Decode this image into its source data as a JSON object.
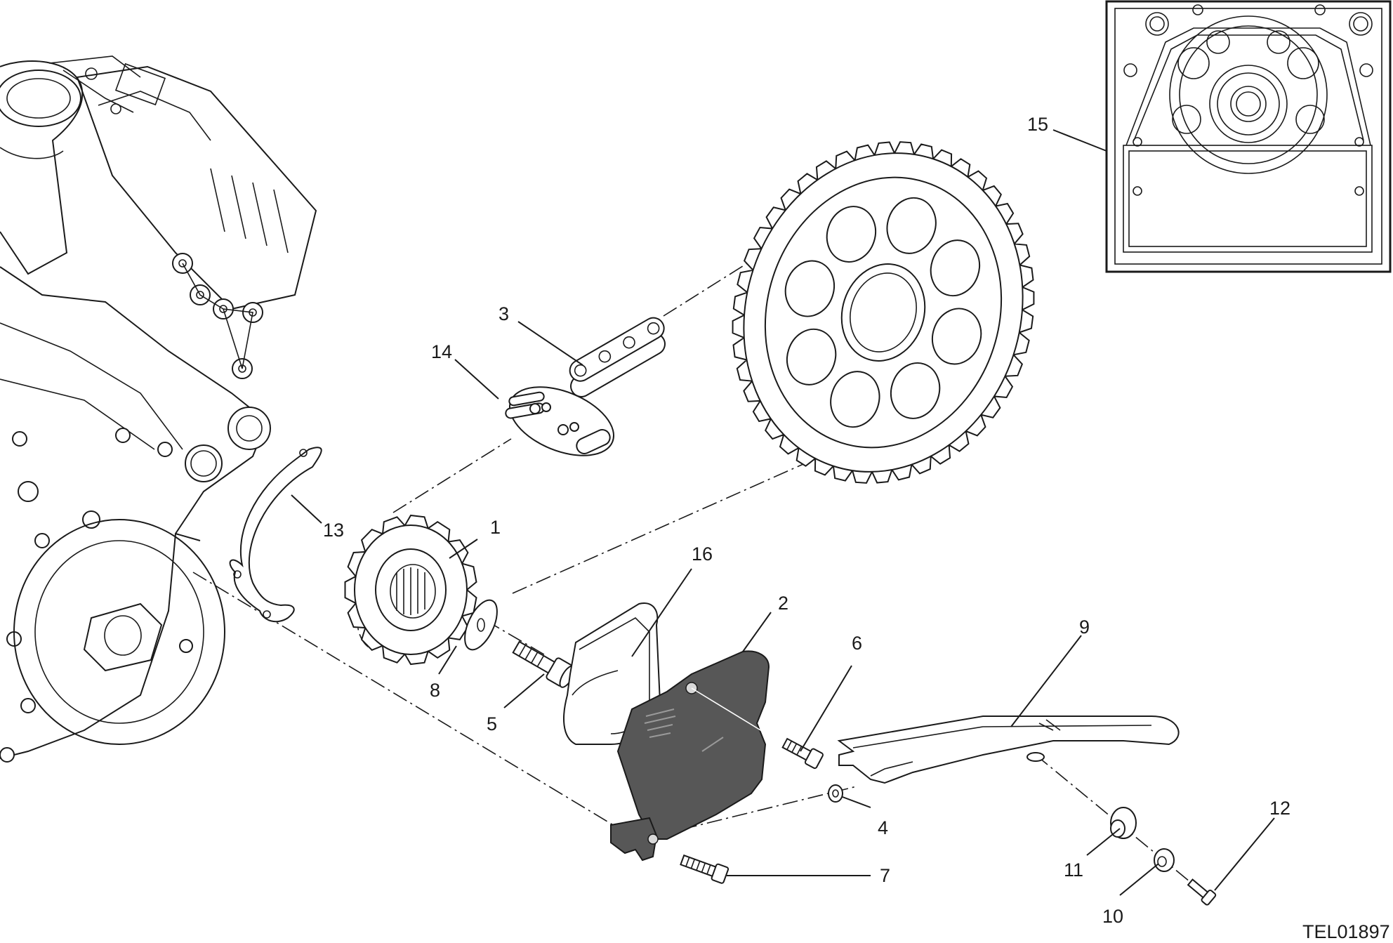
{
  "diagram": {
    "reference_code": "TEL01897",
    "callouts": [
      {
        "id": "c1",
        "text": "1"
      },
      {
        "id": "c2",
        "text": "2"
      },
      {
        "id": "c3",
        "text": "3"
      },
      {
        "id": "c4",
        "text": "4"
      },
      {
        "id": "c5",
        "text": "5"
      },
      {
        "id": "c6",
        "text": "6"
      },
      {
        "id": "c7",
        "text": "7"
      },
      {
        "id": "c8",
        "text": "8"
      },
      {
        "id": "c9",
        "text": "9"
      },
      {
        "id": "c10",
        "text": "10"
      },
      {
        "id": "c11",
        "text": "11"
      },
      {
        "id": "c12",
        "text": "12"
      },
      {
        "id": "c13",
        "text": "13"
      },
      {
        "id": "c14",
        "text": "14"
      },
      {
        "id": "c15",
        "text": "15"
      },
      {
        "id": "c16",
        "text": "16"
      }
    ]
  }
}
